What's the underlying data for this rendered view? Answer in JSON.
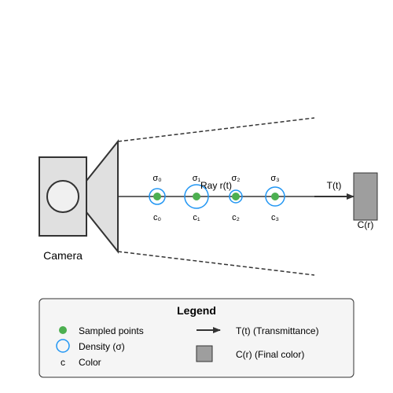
{
  "labels": {
    "camera": "Camera",
    "ray": "Ray r(t)",
    "transmittance": "T(t)",
    "final_color": "C(r)"
  },
  "samples": [
    {
      "sigma": "σ₀",
      "color": "c₀"
    },
    {
      "sigma": "σ₁",
      "color": "c₁"
    },
    {
      "sigma": "σ₂",
      "color": "c₂"
    },
    {
      "sigma": "σ₃",
      "color": "c₃"
    }
  ],
  "legend": {
    "title": "Legend",
    "color_symbol": "c",
    "items": {
      "sampled_points": "Sampled points",
      "density": "Density (σ)",
      "color": "Color",
      "transmittance": "T(t) (Transmittance)",
      "final_color": "C(r) (Final color)"
    }
  },
  "colors": {
    "point_fill": "#4caf50",
    "density_ring": "#2196f3",
    "outline": "#333333",
    "camera_fill": "#e0e0e0",
    "final_box": "#9e9e9e",
    "legend_bg": "#f5f5f5"
  }
}
